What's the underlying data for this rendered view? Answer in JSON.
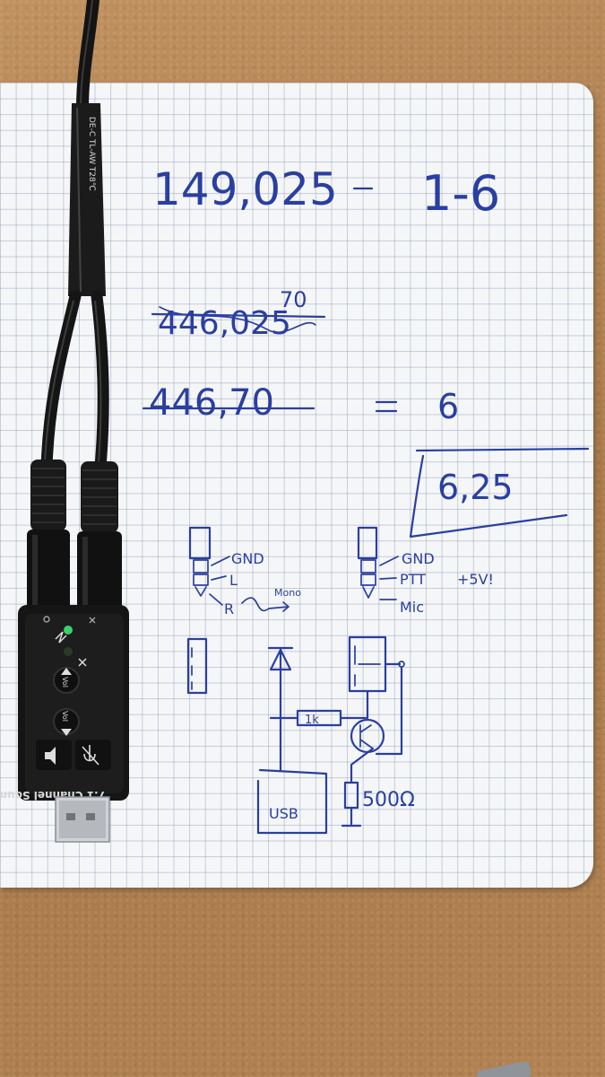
{
  "notes": {
    "freq1": "149,025",
    "freq1_channel": "1-6",
    "freq2_struck": "446,025",
    "freq2_correction": "70",
    "freq3": "446,70",
    "freq3_channel": "6",
    "boxed_value": "6,25"
  },
  "jack_left": {
    "gnd": "GND",
    "l": "L",
    "r": "R",
    "mono": "Mono"
  },
  "jack_right": {
    "gnd": "GND",
    "ptt": "PTT",
    "supply": "+5V!",
    "mic": "Mic"
  },
  "circuit": {
    "resistor_top": "1k",
    "usb": "USB",
    "resistor_bottom": "500Ω"
  },
  "device": {
    "brand_text": "7.1 Channel Sound",
    "vol_up": "Vol",
    "vol_down": "Vol",
    "cable_print": "DE-C TL-AW T28℃"
  },
  "colors": {
    "ink": "#2a3fa0",
    "paper": "#f5f6f8",
    "table": "#b98a57",
    "device": "#151515",
    "led": "#3bd06a"
  }
}
